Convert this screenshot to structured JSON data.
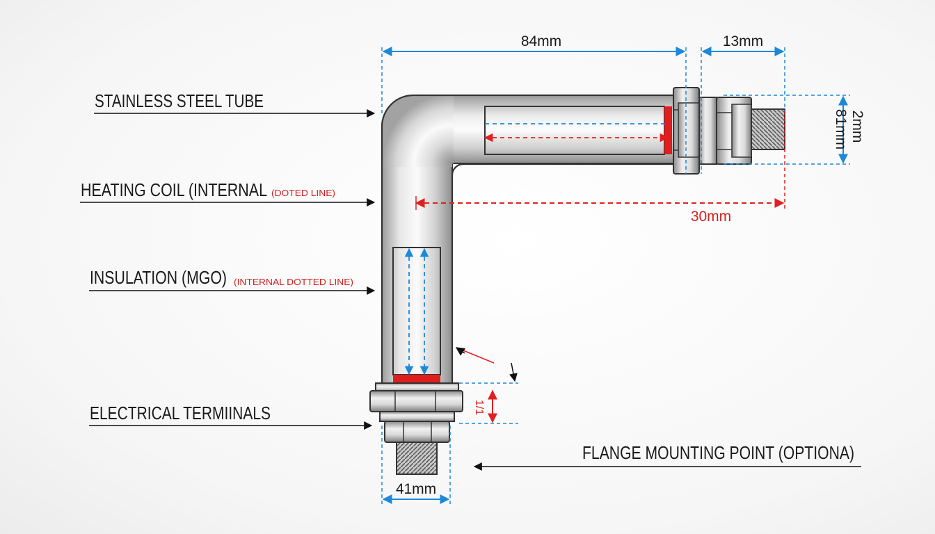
{
  "labels": {
    "stainless_steel_tube": "STAINLESS STEEL TUBE",
    "heating_coil": "HEATING COIL (INTERNAL",
    "heating_coil_note": "(DOTED LINE)",
    "insulation": "INSULATION (MGO)",
    "insulation_note": "(INTERNAL DOTTED LINE)",
    "electrical_terminals": "ELECTRICAL TERMIINALS",
    "flange_mounting_point": "FLANGE MOUNTING POINT (OPTIONA)"
  },
  "dimensions": {
    "top_length": "84mm",
    "thread_length": "13mm",
    "horizontal_offset": "30mm",
    "height_a": "81mm",
    "height_b": "2mm",
    "small_gap": "1/1",
    "bottom_width": "41mm"
  },
  "colors": {
    "dimension_blue": "#1e88d8",
    "dimension_red": "#e02020",
    "annotation_red": "#d42020",
    "steel_light": "#f4f4f4",
    "steel_dark": "#9a9a9a",
    "outline": "#2a2a2a"
  }
}
